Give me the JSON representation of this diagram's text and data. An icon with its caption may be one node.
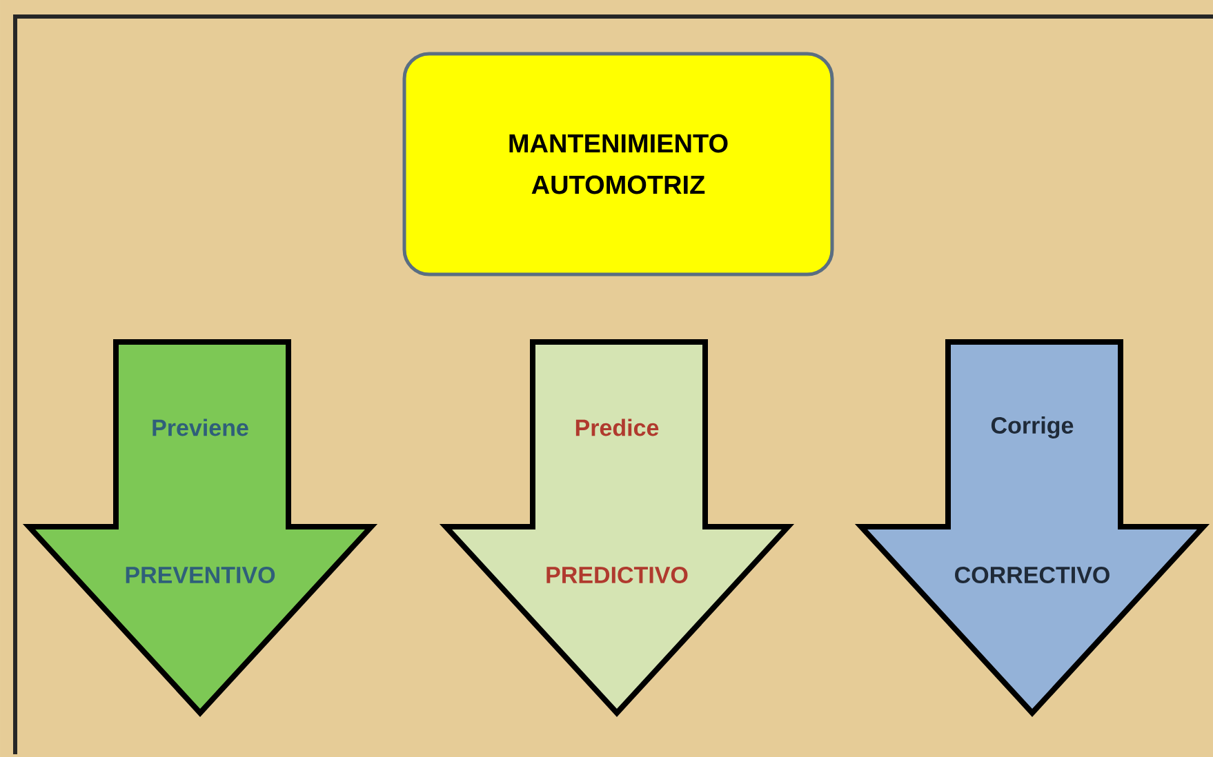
{
  "diagram": {
    "nodes": [
      {
        "text": [
          "MANTENIMIENTO AUTOMOTRIZ"
        ]
      },
      {
        "text": [
          "Previene",
          "PREVENTIVO"
        ]
      },
      {
        "text": [
          "Predice",
          "PREDICTIVO"
        ]
      },
      {
        "text": [
          "Corrige",
          "CORRECTIVO"
        ]
      }
    ]
  }
}
